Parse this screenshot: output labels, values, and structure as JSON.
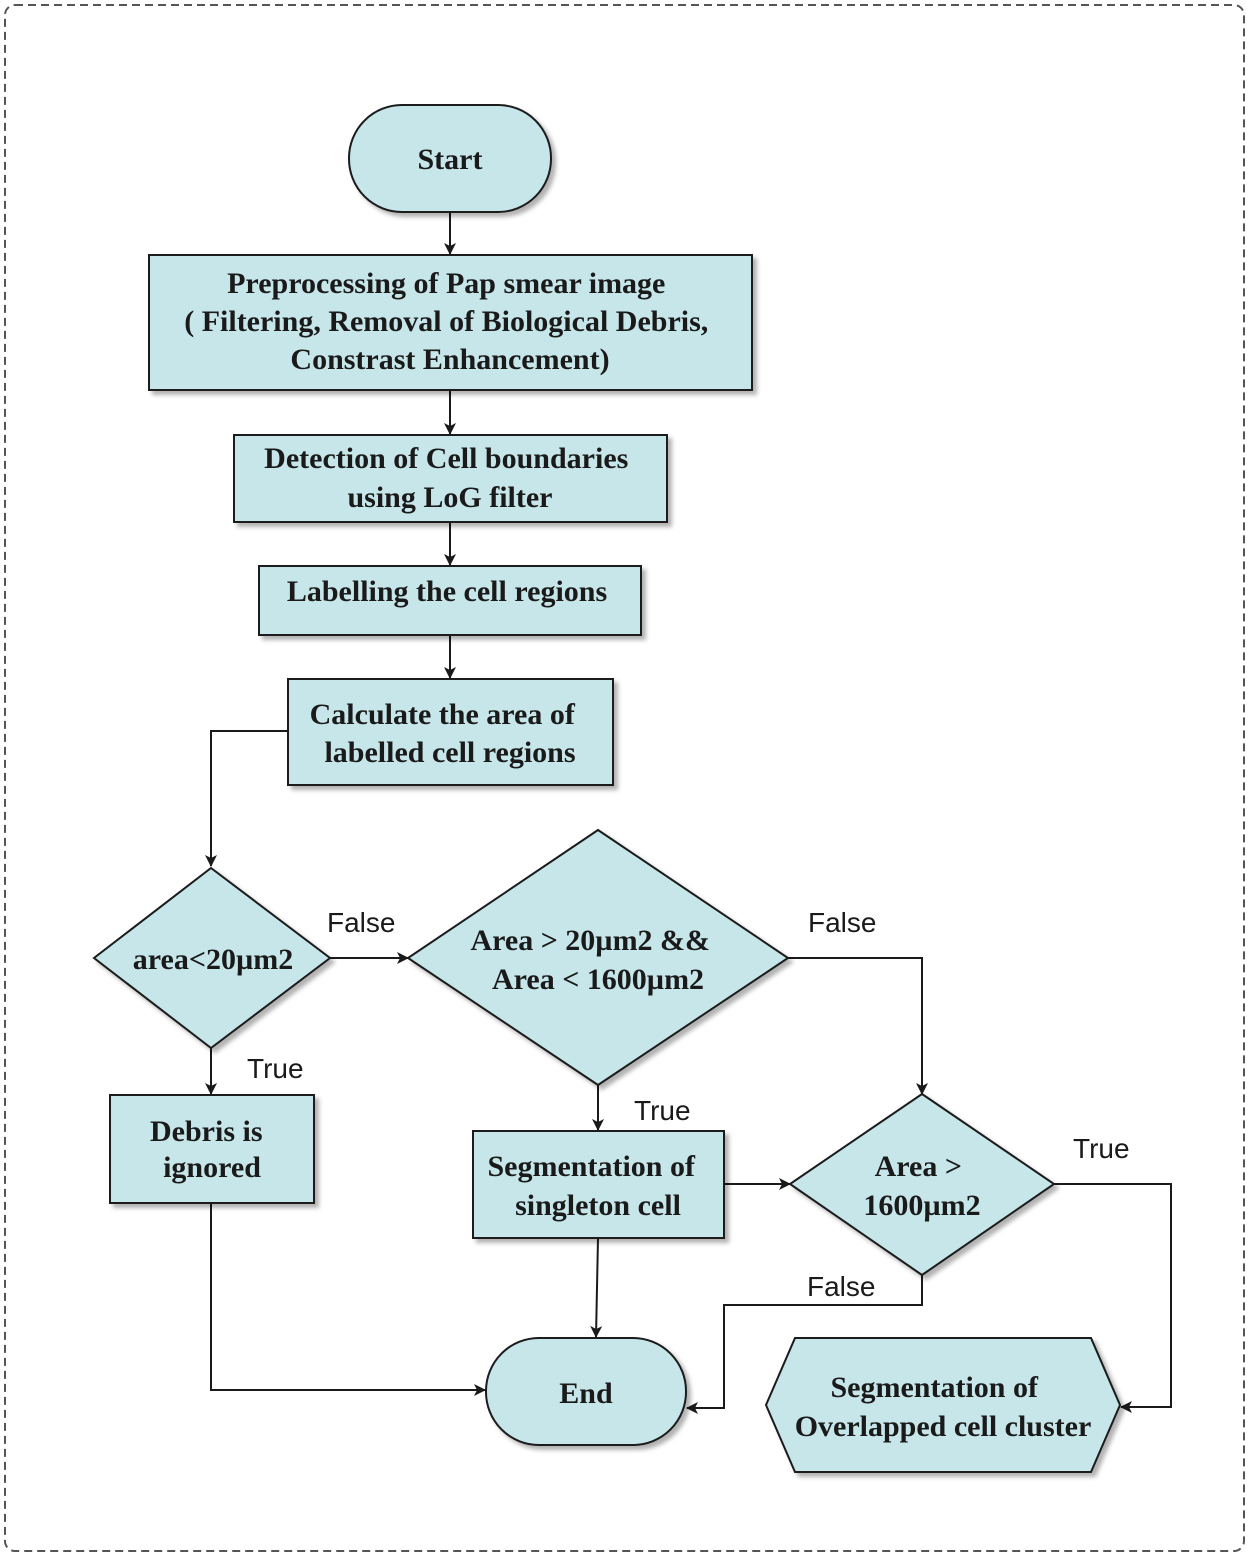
{
  "nodes": {
    "start": {
      "lines": [
        "Start"
      ]
    },
    "preprocess": {
      "lines": [
        "Preprocessing of Pap smear image",
        "( Filtering, Removal of Biological Debris,",
        "Constrast Enhancement)"
      ]
    },
    "detect": {
      "lines": [
        "Detection of Cell boundaries",
        "using LoG filter"
      ]
    },
    "label": {
      "lines": [
        "Labelling the cell regions"
      ]
    },
    "calc": {
      "lines": [
        "Calculate the area of",
        "labelled cell regions"
      ]
    },
    "dec1": {
      "lines": [
        "area<20µm2"
      ]
    },
    "dec2": {
      "lines": [
        "Area > 20µm2 &&",
        "Area < 1600µm2"
      ]
    },
    "debris": {
      "lines": [
        "Debris is",
        "ignored"
      ]
    },
    "single": {
      "lines": [
        "Segmentation of",
        "singleton cell"
      ]
    },
    "dec3": {
      "lines": [
        "Area >",
        "1600µm2"
      ]
    },
    "end": {
      "lines": [
        "End"
      ]
    },
    "overlap": {
      "lines": [
        "Segmentation of",
        "Overlapped cell cluster"
      ]
    }
  },
  "edge_labels": {
    "dec1_false": "False",
    "dec1_true": "True",
    "dec2_false": "False",
    "dec2_true": "True",
    "dec3_true": "True",
    "dec3_false": "False"
  }
}
